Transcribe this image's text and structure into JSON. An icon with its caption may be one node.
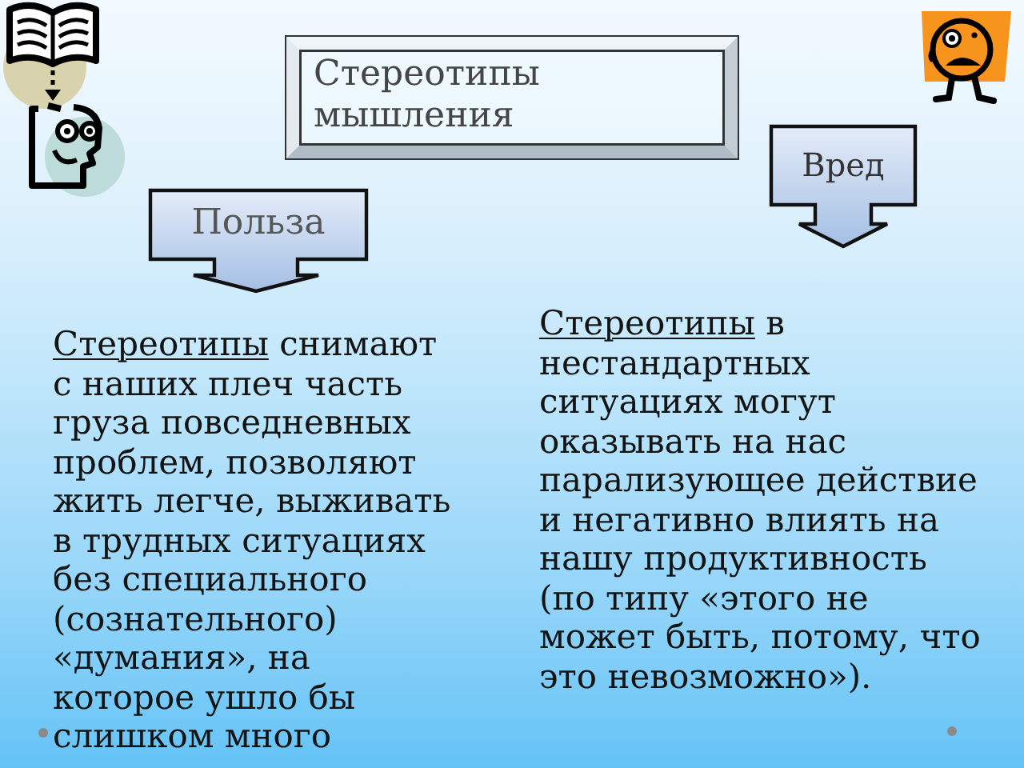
{
  "diagram": {
    "nodes": [
      {
        "text": [
          "Стереотипы мышления"
        ]
      },
      {
        "text": [
          "Польза"
        ]
      },
      {
        "text": [
          "Вред"
        ]
      }
    ],
    "labels": [
      "Стереотипы снимают с наших плеч часть груза повседневных проблем, позволяют жить легче, выживать в трудных ситуациях без специального (сознательного) «думания», на которое ушло бы слишком много",
      "Стереотипы в нестандартных ситуациях могут оказывать на нас парализующее действие и негативно влиять на нашу продуктивность (по типу «этого не может быть, потому, что это невозможно»)."
    ]
  }
}
